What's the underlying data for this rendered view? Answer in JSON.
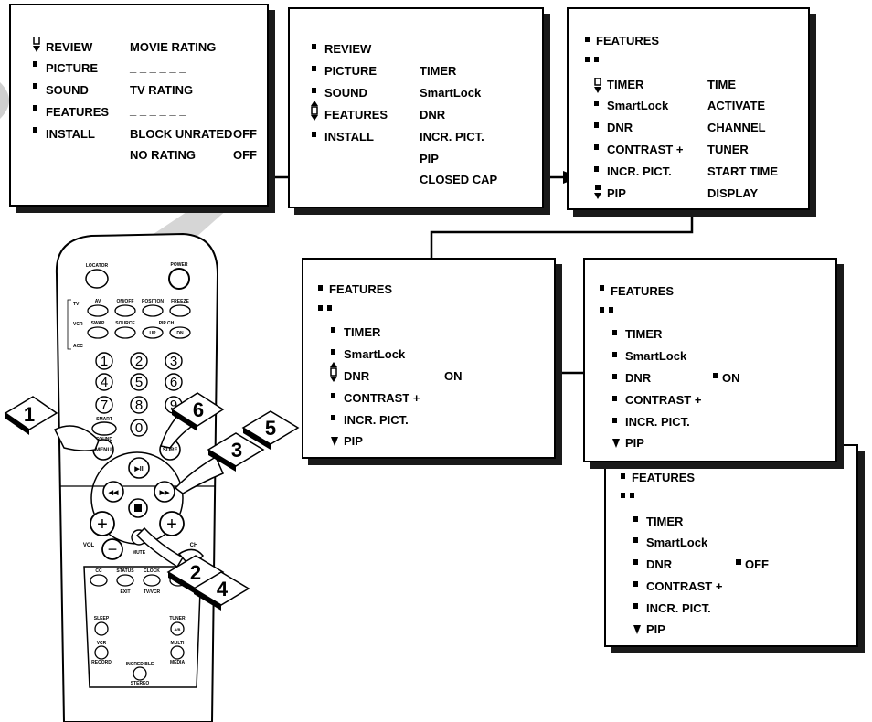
{
  "screen1": {
    "menu": [
      "REVIEW",
      "PICTURE",
      "SOUND",
      "FEATURES",
      "INSTALL"
    ],
    "movie_rating": "MOVIE RATING",
    "movie_dashes": "_ _ _ _ _ _",
    "tv_rating": "TV RATING",
    "tv_dashes": "_ _ _ _ _ _",
    "block_unrated": "BLOCK UNRATED",
    "block_unrated_value": "OFF",
    "no_rating": "NO RATING",
    "no_rating_value": "OFF"
  },
  "screen2": {
    "menu": [
      "REVIEW",
      "PICTURE",
      "SOUND",
      "FEATURES",
      "INSTALL"
    ],
    "submenu": [
      "TIMER",
      "SmartLock",
      "DNR",
      "INCR. PICT.",
      "PIP",
      "CLOSED CAP"
    ]
  },
  "screen3": {
    "title": "FEATURES",
    "menu": [
      "TIMER",
      "SmartLock",
      "DNR",
      "CONTRAST +",
      "INCR. PICT.",
      "PIP"
    ],
    "submenu": [
      "TIME",
      "ACTIVATE",
      "CHANNEL",
      "TUNER",
      "START TIME",
      "DISPLAY"
    ]
  },
  "screen4": {
    "title": "FEATURES",
    "menu": [
      "TIMER",
      "SmartLock",
      "DNR",
      "CONTRAST +",
      "INCR. PICT.",
      "PIP"
    ],
    "value": "ON"
  },
  "screen5": {
    "title": "FEATURES",
    "menu": [
      "TIMER",
      "SmartLock",
      "DNR",
      "CONTRAST +",
      "INCR. PICT.",
      "PIP"
    ],
    "value": "ON"
  },
  "screen6": {
    "title": "FEATURES",
    "menu": [
      "TIMER",
      "SmartLock",
      "DNR",
      "CONTRAST +",
      "INCR. PICT.",
      "PIP"
    ],
    "value": "OFF"
  },
  "remote": {
    "locator": "LOCATOR",
    "power": "POWER",
    "mode_tv": "TV",
    "mode_vcr": "VCR",
    "mode_acc": "ACC",
    "av": "AV",
    "on_off": "ON/OFF",
    "position": "POSITION",
    "freeze": "FREEZE",
    "swap": "SWAP",
    "source": "SOURCE",
    "pip_ch": "PIP CH",
    "up": "UP",
    "dn": "DN",
    "digits": [
      "1",
      "2",
      "3",
      "4",
      "5",
      "6",
      "7",
      "8",
      "9",
      "0"
    ],
    "smart": "SMART",
    "sound": "SOUND",
    "menu": "MENU",
    "surf": "SURF",
    "play_pause": "▶II",
    "rewind": "◀◀",
    "fast_forward": "▶▶",
    "plus": "+",
    "minus": "−",
    "vol": "VOL",
    "ch": "CH",
    "mute": "MUTE",
    "cc": "CC",
    "status": "STATUS",
    "exit": "EXIT",
    "clock": "CLOCK",
    "tv_vcr": "TV/VCR",
    "sleep": "SLEEP",
    "tuner": "TUNER",
    "ab": "A/B",
    "vcr": "VCR",
    "record": "RECORD",
    "multi": "MULTI",
    "media": "MEDIA",
    "incredible": "INCREDIBLE",
    "stereo": "STEREO"
  },
  "steps": [
    "1",
    "2",
    "3",
    "4",
    "5",
    "6"
  ]
}
